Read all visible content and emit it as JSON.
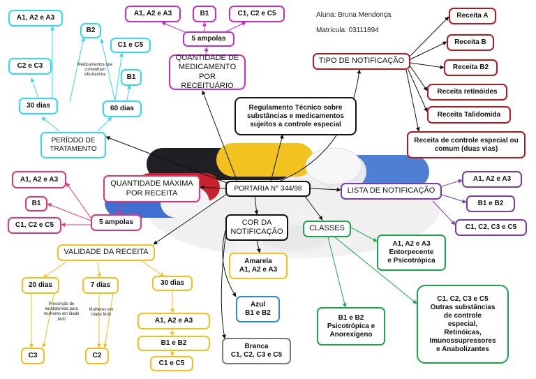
{
  "header": {
    "student": "Aluna: Bruna Mendonça",
    "registration": "Matrícula: 03111894"
  },
  "center": "PORTARIA N° 344/98",
  "regulation": "Regulamento Técnico sobre substâncias e medicamentos sujeitos a controle especial",
  "periodo": {
    "title": "PERÍODO DE TRATAMENTO",
    "d30": "30 dias",
    "d60": "60 dias",
    "a1": "A1, A2 e A3",
    "c2c3": "C2 e C3",
    "b2": "B2",
    "c1c5": "C1 e C5",
    "b1": "B1",
    "note": "Medicamentos que contenham sibutramina"
  },
  "quantidade_receituario": {
    "title": "QUANTIDADE DE MEDICAMENTO POR RECEITUÁRIO",
    "ampolas": "5 ampolas",
    "a1": "A1, A2 e A3",
    "b1": "B1",
    "c1": "C1, C2 e C5"
  },
  "tipo_notificacao": {
    "title": "TIPO DE NOTIFICAÇÃO",
    "items": [
      "Receita A",
      "Receita B",
      "Receita B2",
      "Receita retinóides",
      "Receita Talidomida",
      "Receita de controle especial ou comum (duas vias)"
    ]
  },
  "quantidade_maxima": {
    "title": "QUANTIDADE MÁXIMA POR RECEITA",
    "ampolas": "5 ampolas",
    "a1": "A1, A2 e A3",
    "b1": "B1",
    "c1": "C1, C2 e C5"
  },
  "lista_notificacao": {
    "title": "LISTA DE NOTIFICAÇÃO",
    "items": [
      "A1, A2 e A3",
      "B1 e B2",
      "C1, C2, C3 e C5"
    ]
  },
  "cor": {
    "title": "COR DA NOTIFICAÇÃO",
    "amarela": "Amarela\nA1, A2 e A3",
    "azul": "Azul\nB1 e B2",
    "branca": "Branca\nC1, C2, C3 e C5"
  },
  "classes": {
    "title": "CLASSES",
    "a": "A1, A2 e A3\nEntorpecente\ne Psicotrópica",
    "b": "B1 e B2\nPsicotrópica e\nAnorexígeno",
    "c": "C1, C2, C3 e C5\nOutras substâncias\nde controle\nespecial,\nRetinóicas,\nImunossupressores\ne Anabolizantes"
  },
  "validade": {
    "title": "VALIDADE DA RECEITA",
    "d20": "20 dias",
    "d7": "7 dias",
    "d30": "30 dias",
    "c3": "C3",
    "c2": "C2",
    "a1": "A1, A2 e A3",
    "b1b2": "B1 e B2",
    "c1c5": "C1 e C5",
    "note20": "Prescrição de lenalidomida para mulheres em idade fértil",
    "note7": "Mulheres em idade fértil"
  }
}
